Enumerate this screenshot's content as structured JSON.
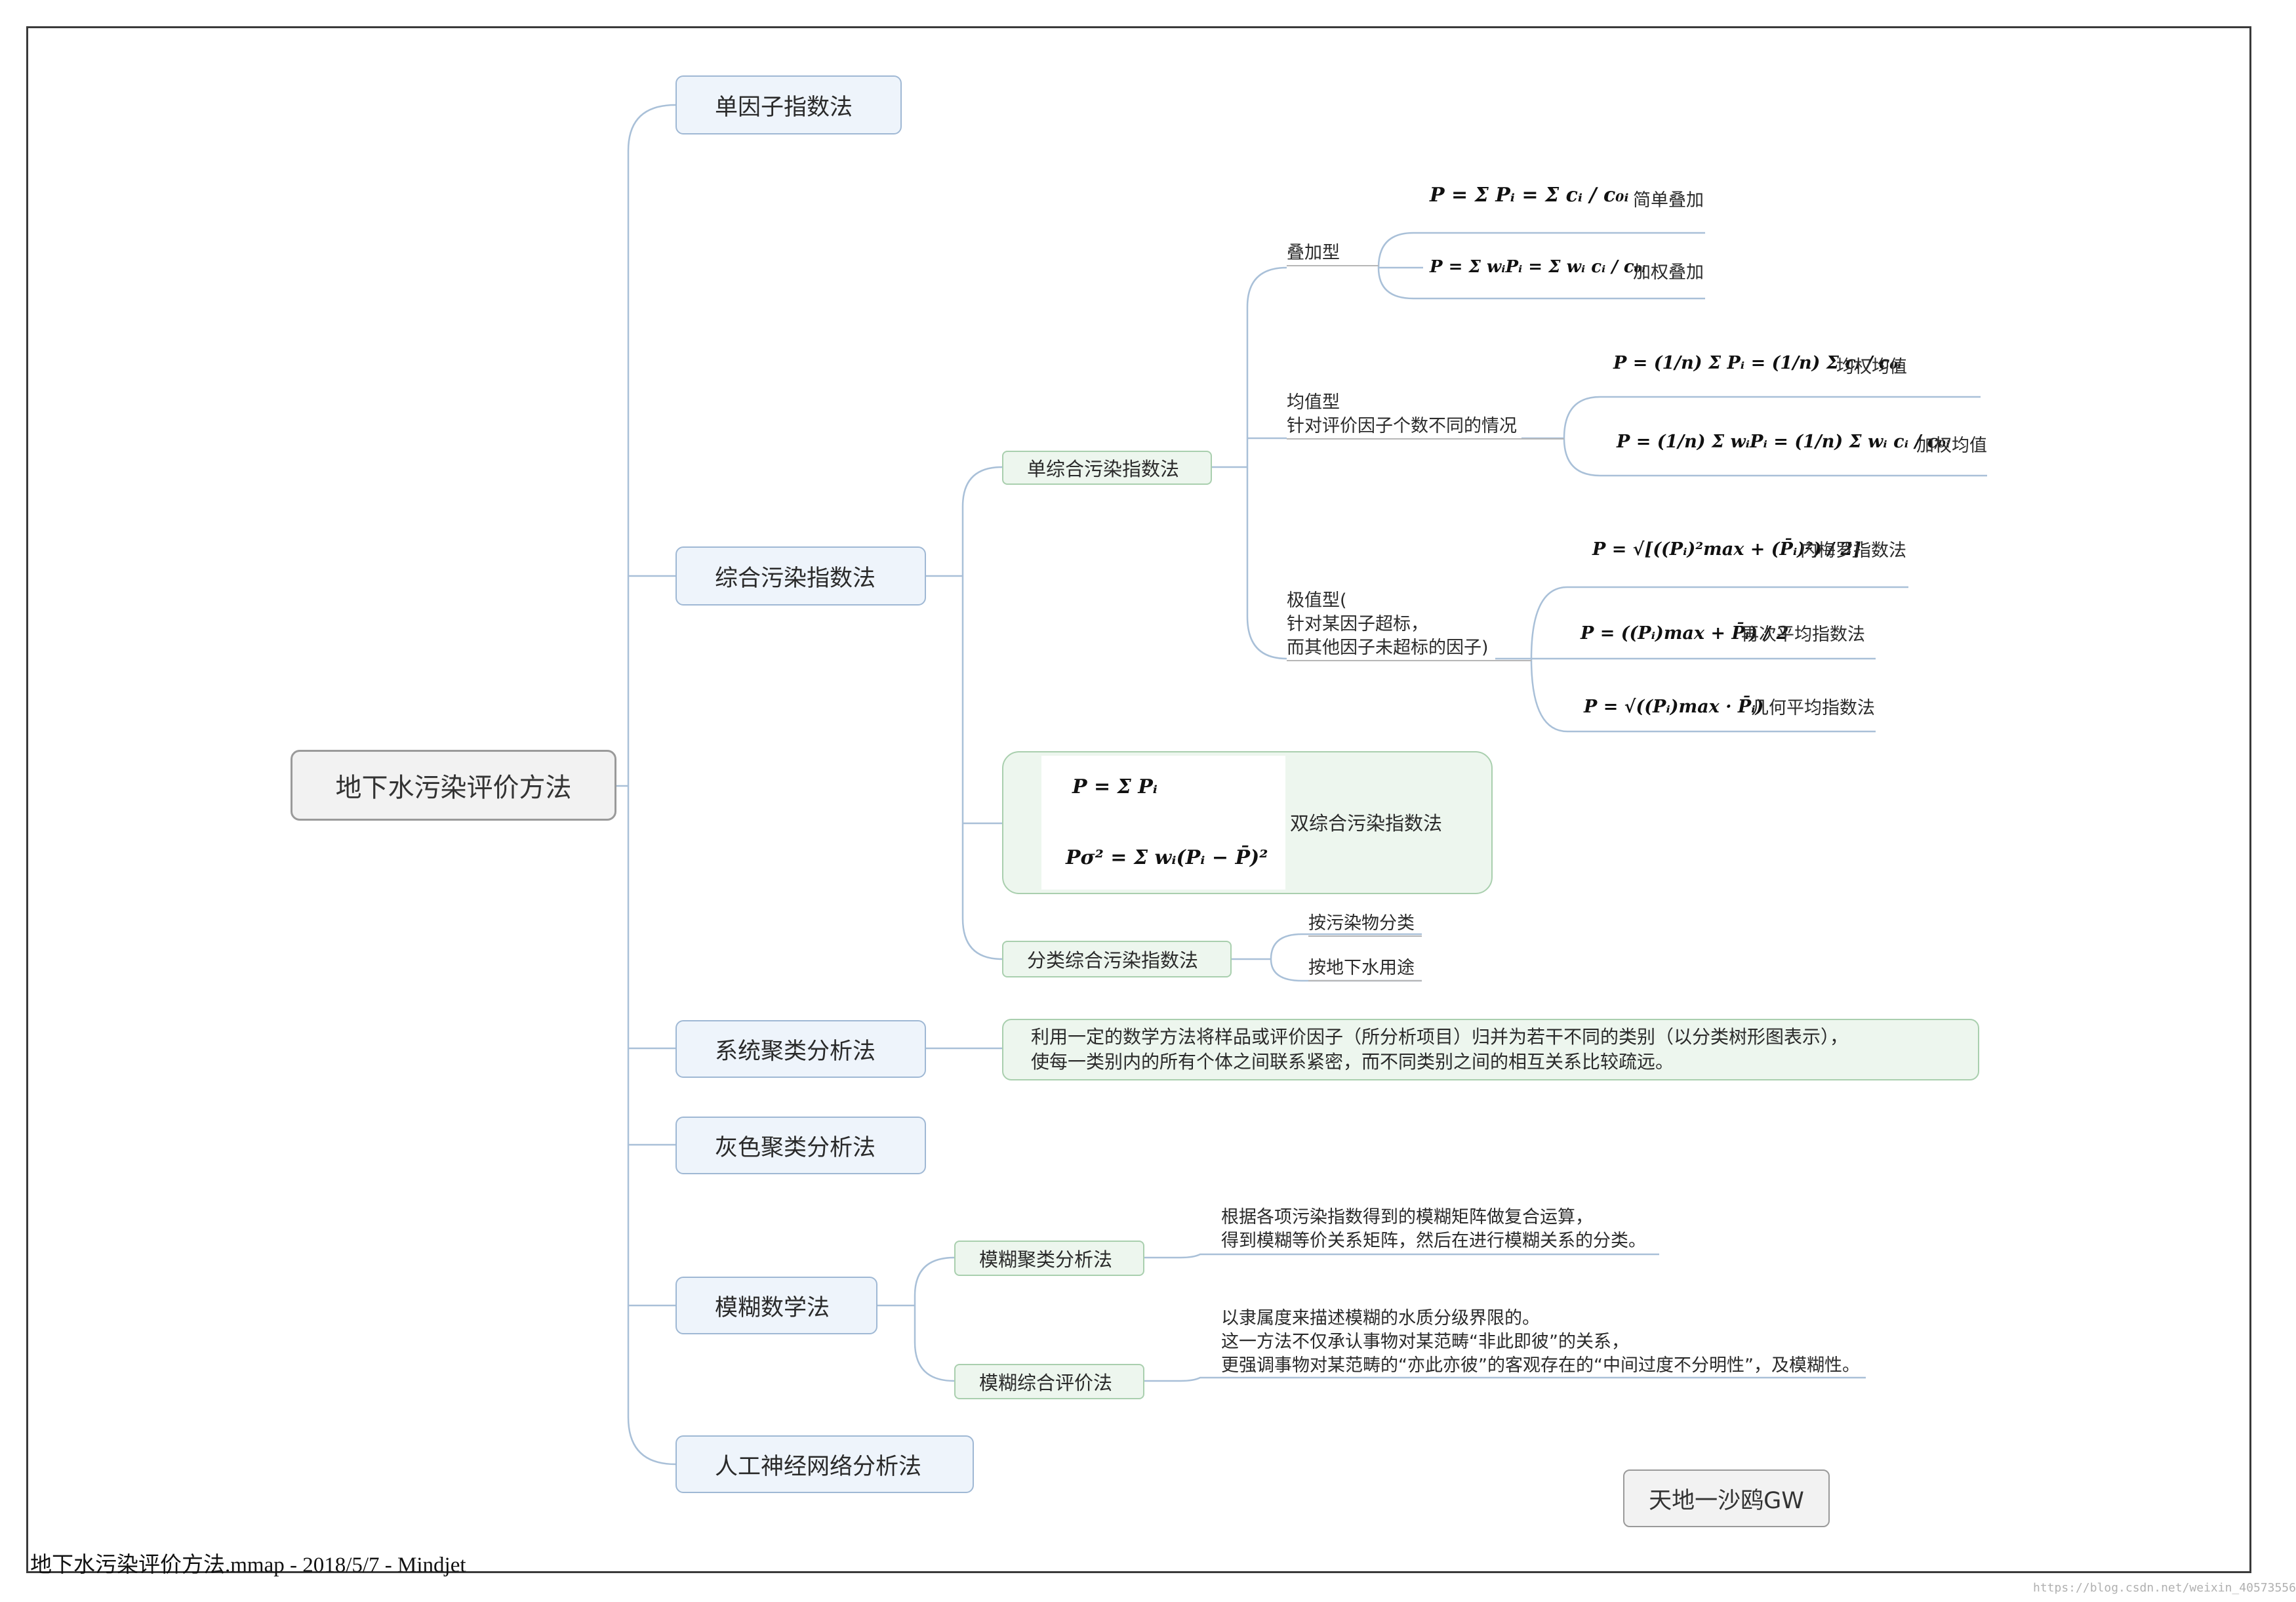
{
  "root": {
    "label": "地下水污染评价方法"
  },
  "branches": {
    "single_factor": {
      "label": "单因子指数法"
    },
    "comprehensive": {
      "label": "综合污染指数法",
      "single_comprehensive": {
        "label": "单综合污染指数法",
        "superposition": {
          "label": "叠加型",
          "simple": {
            "formula": "P = Σ Pᵢ = Σ cᵢ / c₀ᵢ",
            "label": "简单叠加"
          },
          "weighted": {
            "formula": "P = Σ wᵢPᵢ = Σ wᵢ cᵢ / c₀ᵢ",
            "label": "加权叠加"
          }
        },
        "mean": {
          "label_line1": "均值型",
          "label_line2": "针对评价因子个数不同的情况",
          "equal": {
            "formula": "P = (1/n) Σ Pᵢ = (1/n) Σ cᵢ / c₀ᵢ",
            "label": "均权均值"
          },
          "weighted": {
            "formula": "P = (1/n) Σ wᵢPᵢ = (1/n) Σ wᵢ cᵢ / c₀ᵢ",
            "label": "加权均值"
          }
        },
        "extreme": {
          "label_line1": "极值型(",
          "label_line2": "针对某因子超标，",
          "label_line3": "而其他因子未超标的因子)",
          "nemerow": {
            "formula": "P = √[((Pᵢ)²max + (P̄ᵢ)²) / 2]",
            "label": "内梅罗指数法"
          },
          "second_mean": {
            "formula": "P = ((Pᵢ)max + P̄ᵢ) / 2",
            "label": "再次平均指数法"
          },
          "geometric": {
            "formula": "P = √((Pᵢ)max · P̄ᵢ)",
            "label": "几何平均指数法"
          }
        }
      },
      "double_comprehensive": {
        "label": "双综合污染指数法",
        "formula1": "P = Σ Pᵢ",
        "formula2": "Pσ² = Σ wᵢ(Pᵢ − P̄)²"
      },
      "classified": {
        "label": "分类综合污染指数法",
        "by_pollutant": "按污染物分类",
        "by_use": "按地下水用途"
      }
    },
    "system_cluster": {
      "label": "系统聚类分析法",
      "desc_line1": "利用一定的数学方法将样品或评价因子（所分析项目）归并为若干不同的类别（以分类树形图表示），",
      "desc_line2": "使每一类别内的所有个体之间联系紧密，而不同类别之间的相互关系比较疏远。"
    },
    "grey_cluster": {
      "label": "灰色聚类分析法"
    },
    "fuzzy": {
      "label": "模糊数学法",
      "cluster": {
        "label": "模糊聚类分析法",
        "desc_line1": "根据各项污染指数得到的模糊矩阵做复合运算，",
        "desc_line2": "得到模糊等价关系矩阵，然后在进行模糊关系的分类。"
      },
      "evaluation": {
        "label": "模糊综合评价法",
        "desc_line1": "以隶属度来描述模糊的水质分级界限的。",
        "desc_line2": "这一方法不仅承认事物对某范畴“非此即彼”的关系，",
        "desc_line3": "更强调事物对某范畴的“亦此亦彼”的客观存在的“中间过度不分明性”，及模糊性。"
      }
    },
    "ann": {
      "label": "人工神经网络分析法"
    }
  },
  "signature": "天地一沙鸥GW",
  "footer": "地下水污染评价方法.mmap - 2018/5/7 - Mindjet",
  "watermark": "https://blog.csdn.net/weixin_40573556",
  "colors": {
    "connector": "#a9c0d8",
    "main_fill": "#eef4fb",
    "main_border": "#9fb8d4",
    "sub_fill": "#edf6ee",
    "sub_border": "#a9cfae",
    "root_fill": "#f2f2f2"
  }
}
